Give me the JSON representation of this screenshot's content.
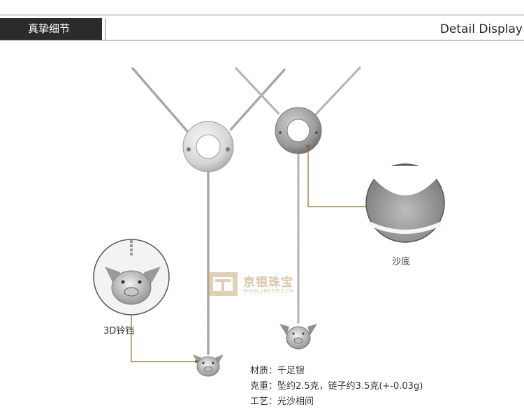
{
  "header": {
    "tab_label": "真挚细节",
    "right_label": "Detail Display"
  },
  "callouts": {
    "sand_label": "沙底",
    "bell_label": "3D铃铛"
  },
  "specs": {
    "material": "材质：千足银",
    "weight": "克重：坠约2.5克，链子约3.5克(+-0.03g)",
    "craft": "工艺：光沙相间"
  },
  "watermark": {
    "brand": "京银珠宝",
    "url": "WWW.JINGEM.COM"
  },
  "colors": {
    "header_tab": "#2b2b2b",
    "callout_line": "#8a6a2a",
    "silver": "#c8c8c8"
  },
  "icons": [
    "ring-pendant-icon",
    "pig-bell-icon",
    "brand-logo-icon"
  ]
}
